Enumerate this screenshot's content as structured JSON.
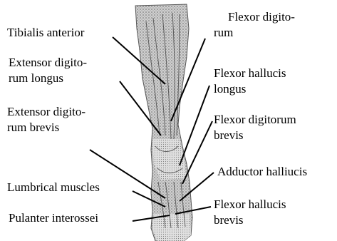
{
  "labels": {
    "tibialis_anterior": {
      "lines": [
        "Tibialis anterior"
      ]
    },
    "extensor_digitorum_longus": {
      "lines": [
        "Extensor digito-",
        "rum longus"
      ]
    },
    "extensor_digitorum_brevis": {
      "lines": [
        "Extensor digito-",
        "rum brevis"
      ]
    },
    "lumbrical_muscles": {
      "lines": [
        "Lumbrical muscles"
      ]
    },
    "pulanter_interossei": {
      "lines": [
        "Pulanter interossei"
      ]
    },
    "flexor_digitorum": {
      "lines": [
        "Flexor digito-",
        "rum"
      ]
    },
    "flexor_hallucis_longus": {
      "lines": [
        "Flexor hallucis",
        "longus"
      ]
    },
    "flexor_digitorum_brevis": {
      "lines": [
        "Flexor digitorum",
        "brevis"
      ]
    },
    "adductor_halliucis": {
      "lines": [
        "Adductor halliucis"
      ]
    },
    "flexor_hallucis_brevis": {
      "lines": [
        "Flexor hallucis",
        "brevis"
      ]
    }
  }
}
